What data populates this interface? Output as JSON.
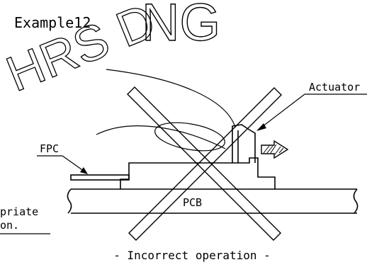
{
  "example_label": "Example12",
  "verdict": "NG",
  "watermark": "HRS D",
  "labels": {
    "actuator": "Actuator",
    "fpc": "FPC",
    "pcb": "PCB"
  },
  "side_note": {
    "line1": "priate",
    "line2": "on."
  },
  "caption": "- Incorrect operation -",
  "colors": {
    "line": "#000000",
    "watermark": "#000000",
    "background": "#ffffff"
  }
}
